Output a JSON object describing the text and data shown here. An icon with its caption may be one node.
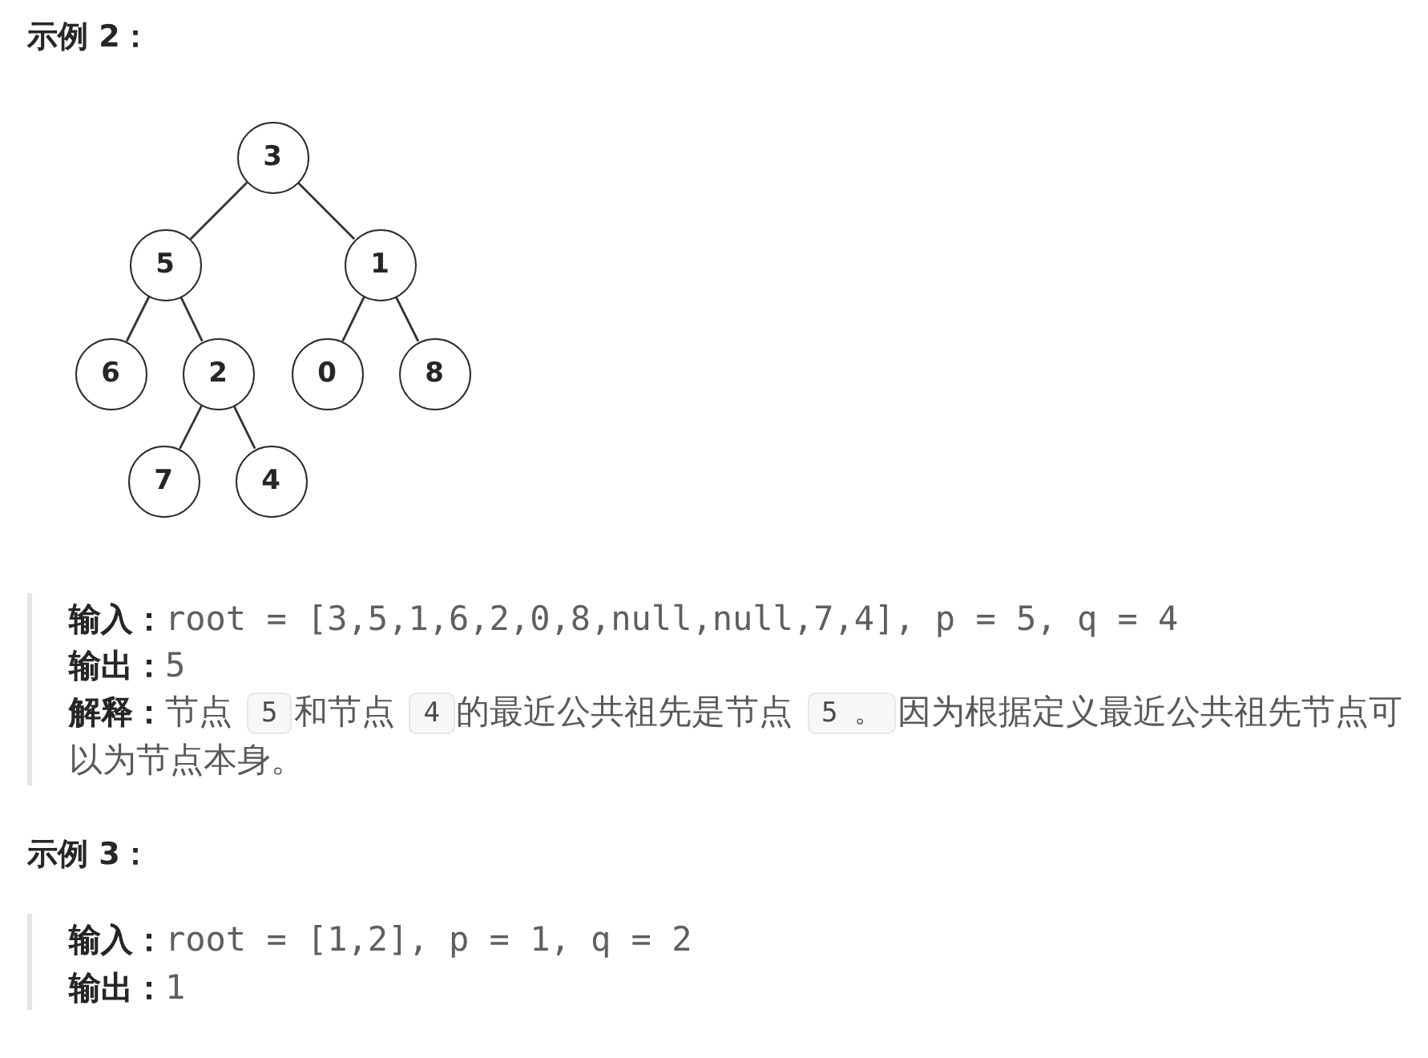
{
  "diagram": {
    "title": "示例 2：",
    "nodes": [
      {
        "text": [
          "3"
        ]
      },
      {
        "text": [
          "5"
        ]
      },
      {
        "text": [
          "1"
        ]
      },
      {
        "text": [
          "6"
        ]
      },
      {
        "text": [
          "2"
        ]
      },
      {
        "text": [
          "0"
        ]
      },
      {
        "text": [
          "8"
        ]
      },
      {
        "text": [
          "7"
        ]
      },
      {
        "text": [
          "4"
        ]
      }
    ],
    "edges": [
      {
        "from": 0,
        "to": 1,
        "arrow": "none"
      },
      {
        "from": 0,
        "to": 2,
        "arrow": "none"
      },
      {
        "from": 1,
        "to": 3,
        "arrow": "none"
      },
      {
        "from": 1,
        "to": 4,
        "arrow": "none"
      },
      {
        "from": 2,
        "to": 5,
        "arrow": "none"
      },
      {
        "from": 2,
        "to": 6,
        "arrow": "none"
      },
      {
        "from": 4,
        "to": 7,
        "arrow": "none"
      },
      {
        "from": 4,
        "to": 8,
        "arrow": "none"
      }
    ],
    "labels": [
      "输入：",
      "root = [3,5,1,6,2,0,8,null,null,7,4], p = 5, q = 4",
      "输出：",
      "5",
      "解释：",
      "节点",
      "5",
      "和节点",
      "4",
      "的最近公共祖先是节点",
      "5 。",
      "因为根据定义最近公共祖先节点可以为节点本身。",
      "示例 3：",
      "输入：",
      "root = [1,2], p = 1, q = 2",
      "输出：",
      "1"
    ]
  }
}
